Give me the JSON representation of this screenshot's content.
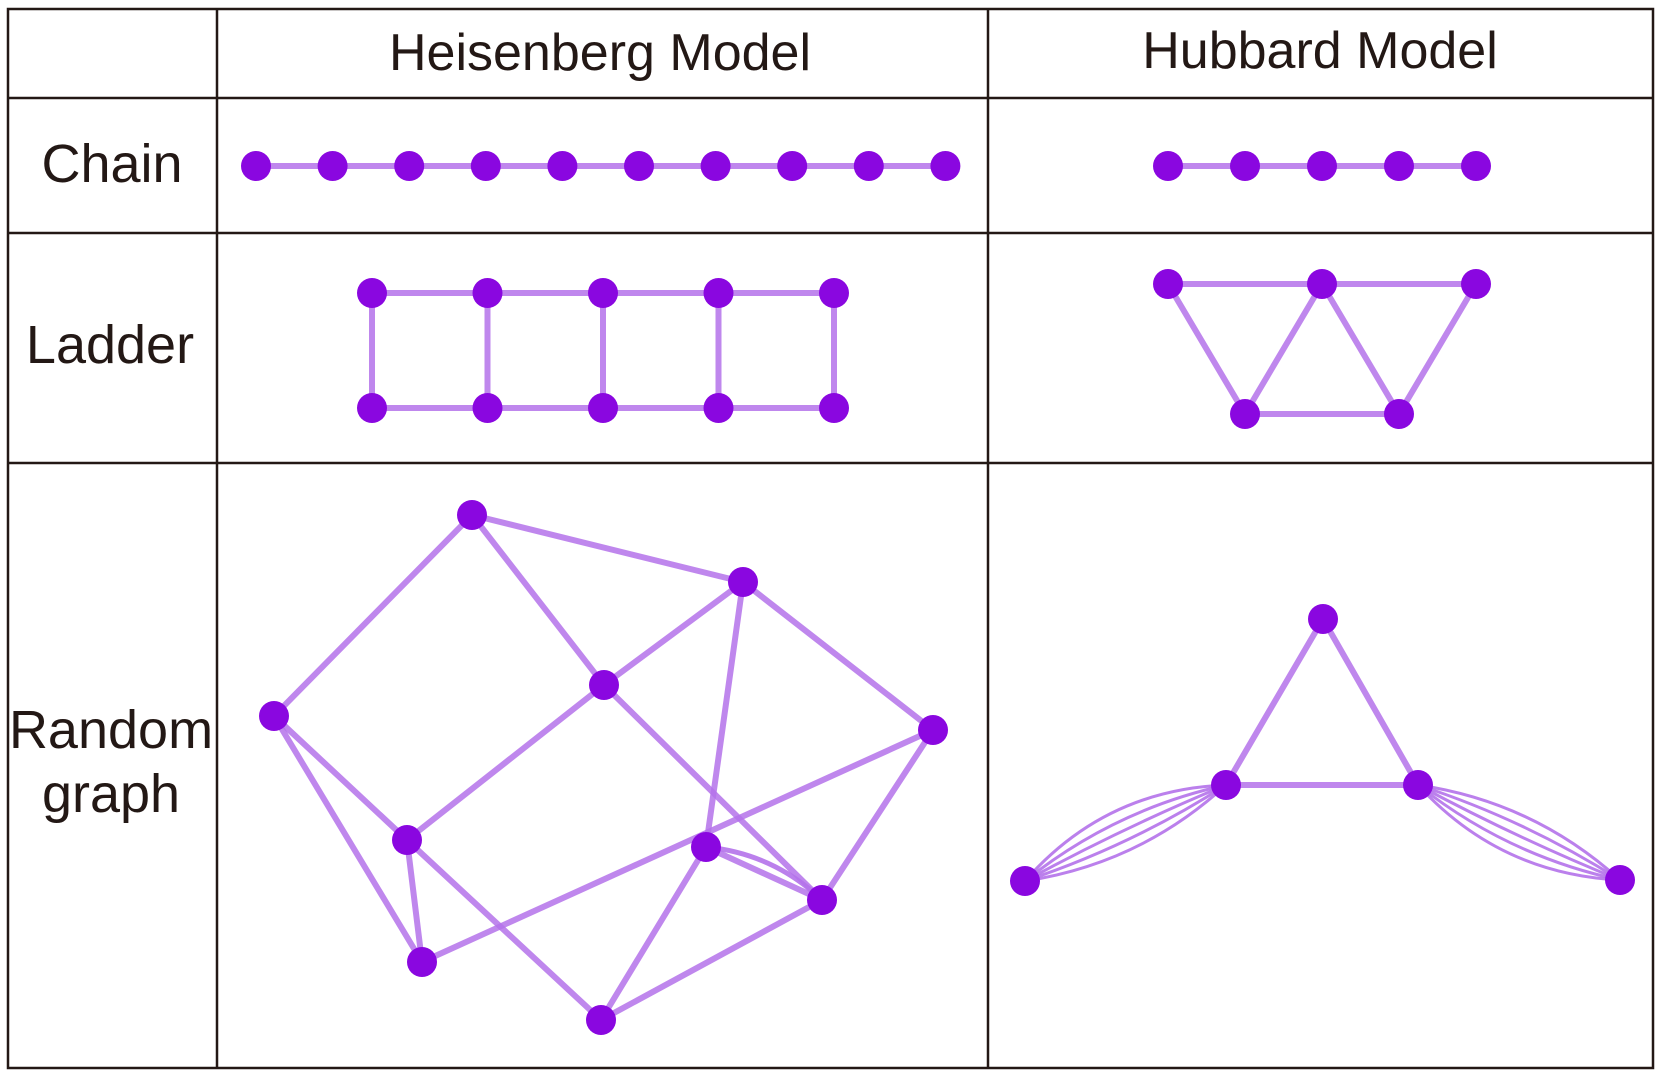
{
  "table": {
    "columns": [
      "",
      "Heisenberg Model",
      "Hubbard Model"
    ],
    "rows": [
      {
        "label": [
          "Chain"
        ]
      },
      {
        "label": [
          "Ladder"
        ]
      },
      {
        "label": [
          "Random",
          "graph"
        ]
      }
    ]
  },
  "colors": {
    "node": "#8a07e0",
    "edge": "#b472ea",
    "grid": "#231815"
  }
}
